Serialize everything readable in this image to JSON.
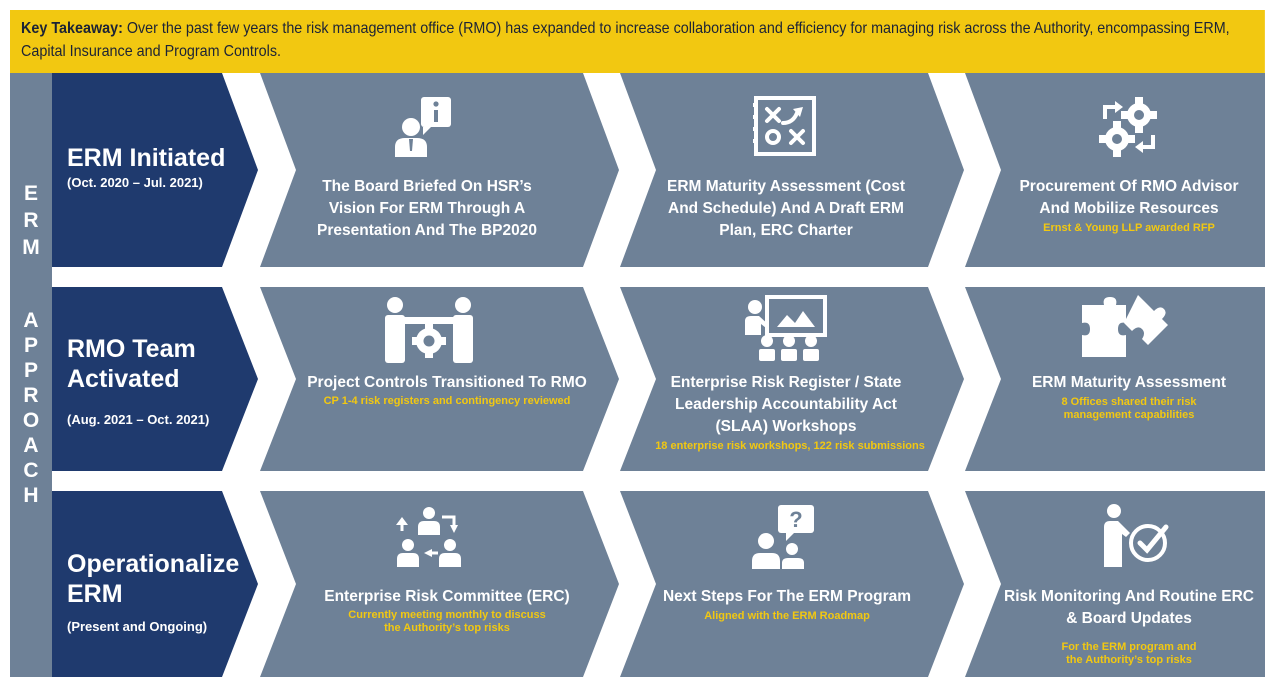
{
  "banner": {
    "label": "Key Takeaway:",
    "text": " Over the past few years the risk management office (RMO) has expanded to increase collaboration and efficiency for managing risk across the Authority, encompassing ERM, Capital Insurance and Program Controls."
  },
  "sidebar": {
    "letters": [
      "E",
      "R",
      "M",
      "A",
      "P",
      "P",
      "R",
      "O",
      "A",
      "C",
      "H"
    ]
  },
  "rows": [
    {
      "title": "ERM Initiated",
      "subtitle": "(Oct. 2020 – Jul. 2021)",
      "cells": [
        {
          "icon": "presenter-info-icon",
          "title": "The Board Briefed On HSR’s Vision For ERM Through A Presentation And The BP2020",
          "subtitle": ""
        },
        {
          "icon": "strategy-board-icon",
          "title": "ERM Maturity Assessment (Cost And Schedule) And A Draft ERM Plan, ERC Charter",
          "subtitle": ""
        },
        {
          "icon": "gears-cycle-icon",
          "title": "Procurement Of RMO Advisor And Mobilize Resources",
          "subtitle": "Ernst & Young LLP awarded RFP"
        }
      ]
    },
    {
      "title": "RMO Team Activated",
      "subtitle": "(Aug. 2021 – Oct. 2021)",
      "cells": [
        {
          "icon": "team-gear-icon",
          "title": "Project Controls Transitioned To RMO",
          "subtitle": "CP 1-4 risk registers and contingency reviewed"
        },
        {
          "icon": "presentation-audience-icon",
          "title": "Enterprise Risk Register / State Leadership Accountability Act (SLAA) Workshops",
          "subtitle": "18 enterprise risk workshops, 122 risk submissions"
        },
        {
          "icon": "puzzle-icon",
          "title": "ERM Maturity Assessment",
          "subtitle": "8 Offices shared their risk management capabilities"
        }
      ]
    },
    {
      "title": "Operationalize ERM",
      "subtitle": "(Present and Ongoing)",
      "cells": [
        {
          "icon": "committee-network-icon",
          "title": "Enterprise Risk Committee (ERC)",
          "subtitle": "Currently meeting monthly to discuss the Authority’s top risks"
        },
        {
          "icon": "question-people-icon",
          "title": "Next Steps For The ERM Program",
          "subtitle": "Aligned with the ERM Roadmap"
        },
        {
          "icon": "person-checkmark-icon",
          "title": "Risk Monitoring And Routine ERC & Board Updates",
          "subtitle": "For the ERM program and the Authority’s top risks"
        }
      ]
    }
  ],
  "colors": {
    "banner": "#f2c811",
    "panel": "#6e8197",
    "header": "#1f3a6e",
    "accent": "#f2c811",
    "arrow": "#ffffff"
  }
}
